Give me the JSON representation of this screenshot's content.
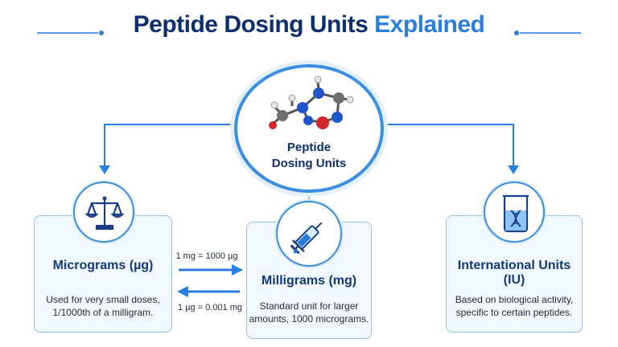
{
  "title": {
    "part1": "Peptide Dosing Units",
    "part2": "Explained"
  },
  "center": {
    "line1": "Peptide",
    "line2": "Dosing Units",
    "icon": "molecule-icon"
  },
  "cards": {
    "micrograms": {
      "title": "Micrograms (µg)",
      "line1": "Used for very small doses,",
      "line2": "1/1000th of a milligram.",
      "icon": "balance-scale-icon"
    },
    "milligrams": {
      "title": "Milligrams (mg)",
      "line1": "Standard unit for larger",
      "line2": "amounts, 1000 micrograms.",
      "icon": "syringe-icon"
    },
    "iu": {
      "title": "International Units (IU)",
      "line1": "Based on biological activity,",
      "line2": "specific to certain peptides.",
      "icon": "beaker-dna-icon"
    }
  },
  "conversions": {
    "mg_to_ug": "1 mg = 1000 µg",
    "ug_to_mg": "1 µg = 0.001 mg"
  },
  "colors": {
    "navy": "#0d2f6e",
    "accent": "#2a7de1",
    "card_bg": "#f1f8ff",
    "border": "#8fc1ec"
  }
}
